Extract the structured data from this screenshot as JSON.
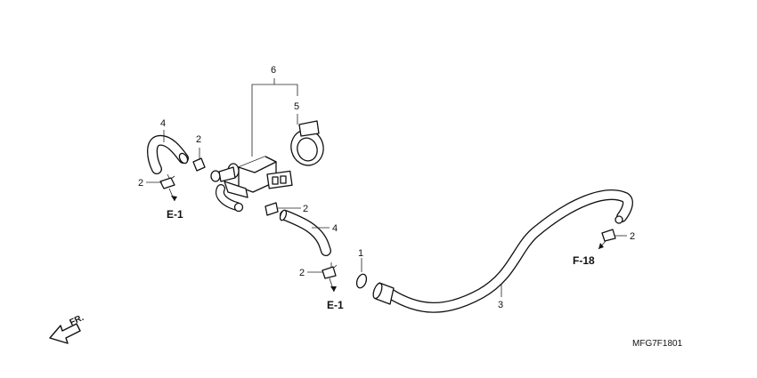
{
  "callouts": {
    "c1": "1",
    "c2a": "2",
    "c2b": "2",
    "c2c": "2",
    "c2d": "2",
    "c2e": "2",
    "c3": "3",
    "c4a": "4",
    "c4b": "4",
    "c5": "5",
    "c6": "6"
  },
  "references": {
    "e1_left": "E-1",
    "e1_center": "E-1",
    "f18": "F-18"
  },
  "direction_marker": "FR.",
  "diagram_code": "MFG7F1801"
}
